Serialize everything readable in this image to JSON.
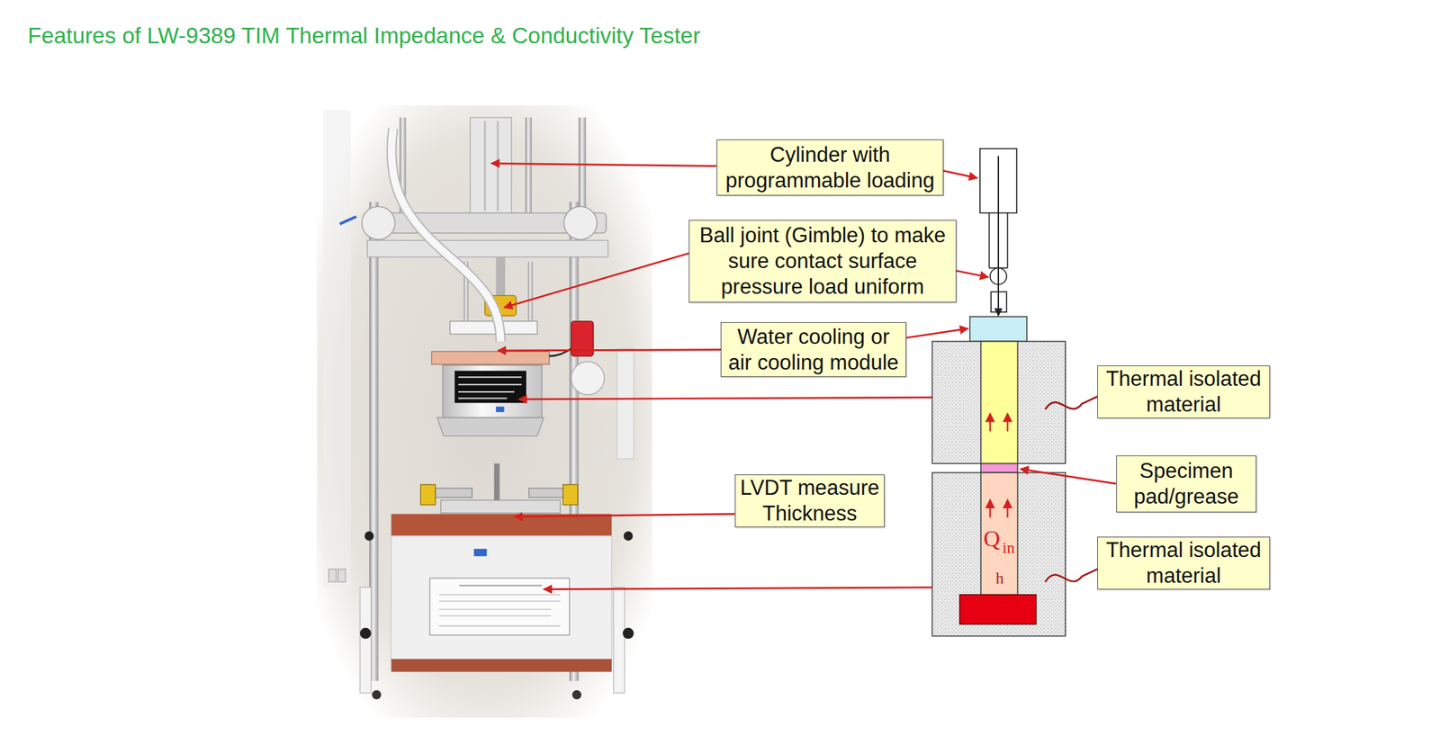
{
  "diagram": {
    "title": "Features of LW-9389 TIM Thermal Impedance & Conductivity Tester",
    "nodes": [
      {
        "text": [
          "Cylinder with programmable loading"
        ]
      },
      {
        "text": [
          "Ball joint (Gimble) to make sure contact surface pressure load uniform"
        ]
      },
      {
        "text": [
          "Water cooling or air cooling module"
        ]
      },
      {
        "text": [
          "LVDT measure Thickness"
        ]
      },
      {
        "text": [
          "Thermal isolated material"
        ]
      },
      {
        "text": [
          "Specimen pad/grease"
        ]
      },
      {
        "text": [
          "Thermal isolated material"
        ]
      }
    ],
    "labels": [
      "Q",
      "in",
      "h"
    ]
  }
}
